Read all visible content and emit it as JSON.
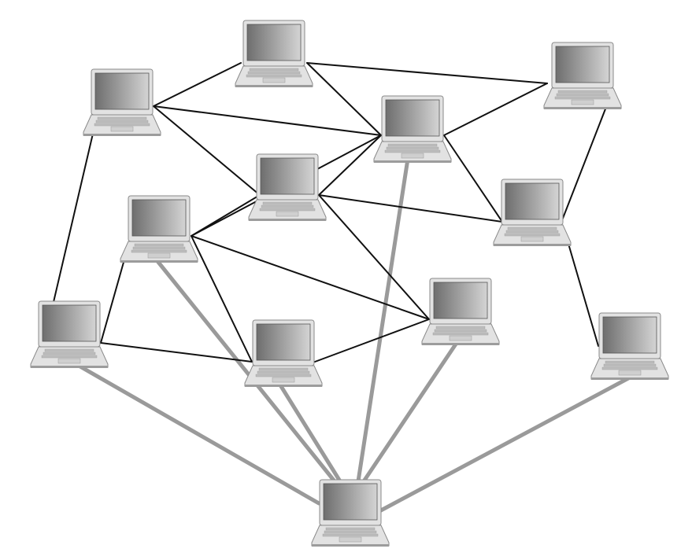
{
  "diagram": {
    "node_icon": "laptop-icon",
    "colors": {
      "background": "#ffffff",
      "peer_link": "#111111",
      "hub_link": "#9a9a9a",
      "laptop_body": "#e2e2e2",
      "laptop_edge": "#8a8a8a",
      "screen_dark": "#6e6e6e",
      "screen_light": "#d4d4d4"
    },
    "nodes": [
      {
        "id": "n1"
      },
      {
        "id": "n2"
      },
      {
        "id": "n3"
      },
      {
        "id": "n4"
      },
      {
        "id": "n5"
      },
      {
        "id": "n6"
      },
      {
        "id": "n7"
      },
      {
        "id": "n8"
      },
      {
        "id": "n9"
      },
      {
        "id": "n10"
      },
      {
        "id": "n11"
      },
      {
        "id": "n12"
      },
      {
        "id": "hub"
      }
    ],
    "peer_links": [
      [
        "n1",
        "n2"
      ],
      [
        "n1",
        "n5"
      ],
      [
        "n1",
        "n4"
      ],
      [
        "n1",
        "n9"
      ],
      [
        "n2",
        "n3"
      ],
      [
        "n2",
        "n4"
      ],
      [
        "n3",
        "n4"
      ],
      [
        "n3",
        "n7"
      ],
      [
        "n4",
        "n5"
      ],
      [
        "n4",
        "n6"
      ],
      [
        "n5",
        "n6"
      ],
      [
        "n5",
        "n10"
      ],
      [
        "n5",
        "n7"
      ],
      [
        "n6",
        "n9"
      ],
      [
        "n6",
        "n10"
      ],
      [
        "n6",
        "n11"
      ],
      [
        "n7",
        "n12"
      ],
      [
        "n9",
        "n11"
      ],
      [
        "n10",
        "n11"
      ]
    ],
    "hub_links": [
      [
        "hub",
        "n4"
      ],
      [
        "hub",
        "n6"
      ],
      [
        "hub",
        "n9"
      ],
      [
        "hub",
        "n11"
      ],
      [
        "hub",
        "n10"
      ],
      [
        "hub",
        "n12"
      ]
    ]
  }
}
